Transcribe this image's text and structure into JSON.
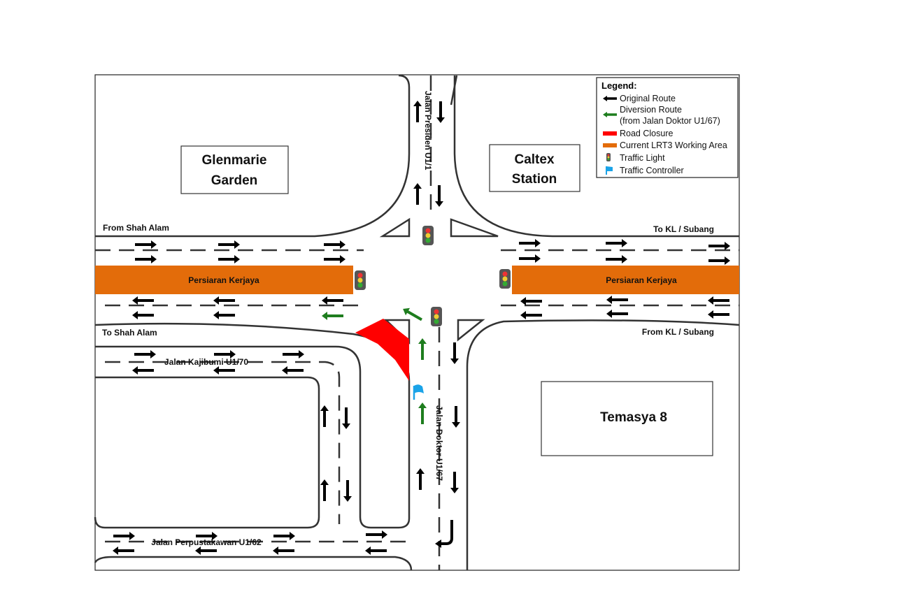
{
  "colors": {
    "original": "#000000",
    "diversion": "#1e7d1e",
    "closure": "#ff0000",
    "lrt": "#e36c0a",
    "controller": "#1aa3e8"
  },
  "legend": {
    "title": "Legend:",
    "items": [
      {
        "label": "Original Route",
        "icon": "black-arrow-icon"
      },
      {
        "label": "Diversion Route",
        "icon": "green-arrow-icon"
      },
      {
        "label": "(from Jalan Doktor U1/67)"
      },
      {
        "label": "Road Closure",
        "icon": "red-bar-icon"
      },
      {
        "label": "Current LRT3  Working Area",
        "icon": "orange-bar-icon"
      },
      {
        "label": "Traffic Light",
        "icon": "traffic-light-icon"
      },
      {
        "label": "Traffic Controller",
        "icon": "flag-icon"
      }
    ]
  },
  "places": {
    "glenmarie_1": "Glenmarie",
    "glenmarie_2": "Garden",
    "caltex_1": "Caltex",
    "caltex_2": "Station",
    "temasya": "Temasya 8"
  },
  "roads": {
    "presiden": "Jalan Presiden U1/1",
    "doktor": "Jalan Doktor U1/67",
    "kerjaya_left": "Persiaran Kerjaya",
    "kerjaya_right": "Persiaran Kerjaya",
    "kajibumi": "Jalan Kajibumi U1/70",
    "perpustakawan": "Jalan Perpustakawan U1/62"
  },
  "directions": {
    "from_shah_alam": "From Shah Alam",
    "to_kl": "To KL / Subang",
    "to_shah_alam": "To Shah Alam",
    "from_kl": "From KL / Subang"
  }
}
